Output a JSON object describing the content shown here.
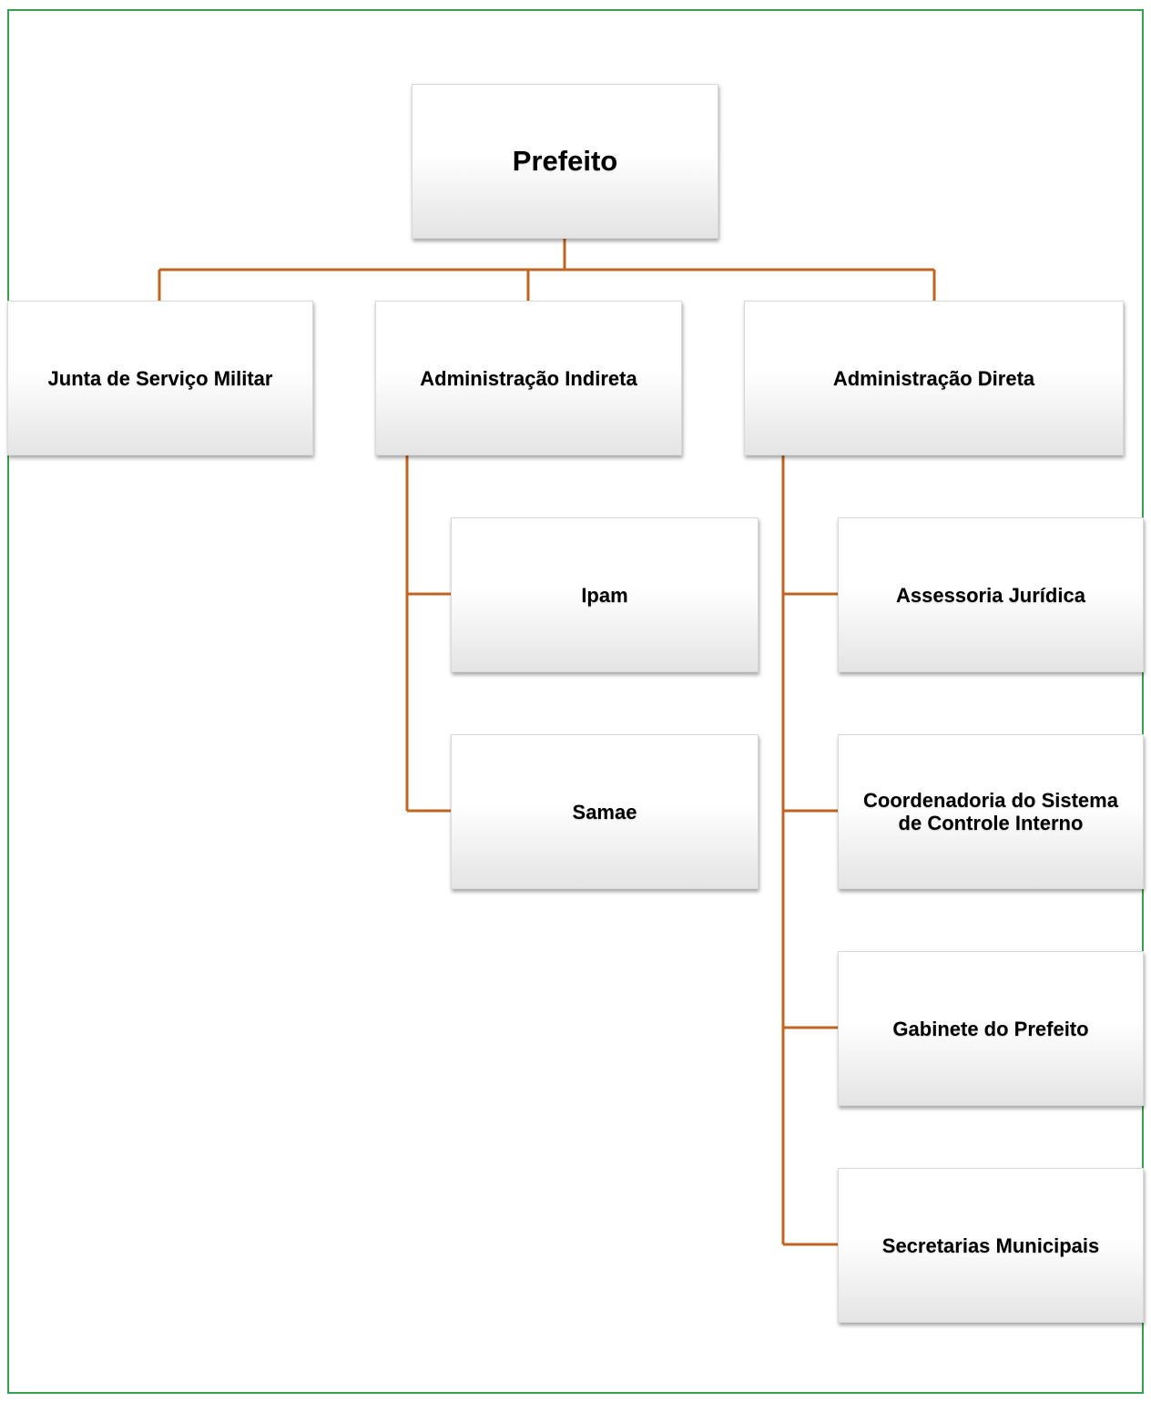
{
  "colors": {
    "connector": "#c0651f",
    "frame_border": "#3aa04a",
    "box_text": "#000000"
  },
  "org_chart": {
    "root": "Prefeito",
    "level1": {
      "junta": "Junta de Serviço Militar",
      "indireta": "Administração Indireta",
      "direta": "Administração Direta"
    },
    "indireta_children": {
      "ipam": "Ipam",
      "samae": "Samae"
    },
    "direta_children": {
      "assessoria": "Assessoria Jurídica",
      "coordenadoria": "Coordenadoria do Sistema\nde Controle Interno",
      "gabinete": "Gabinete do Prefeito",
      "secretarias": "Secretarias Municipais"
    }
  }
}
